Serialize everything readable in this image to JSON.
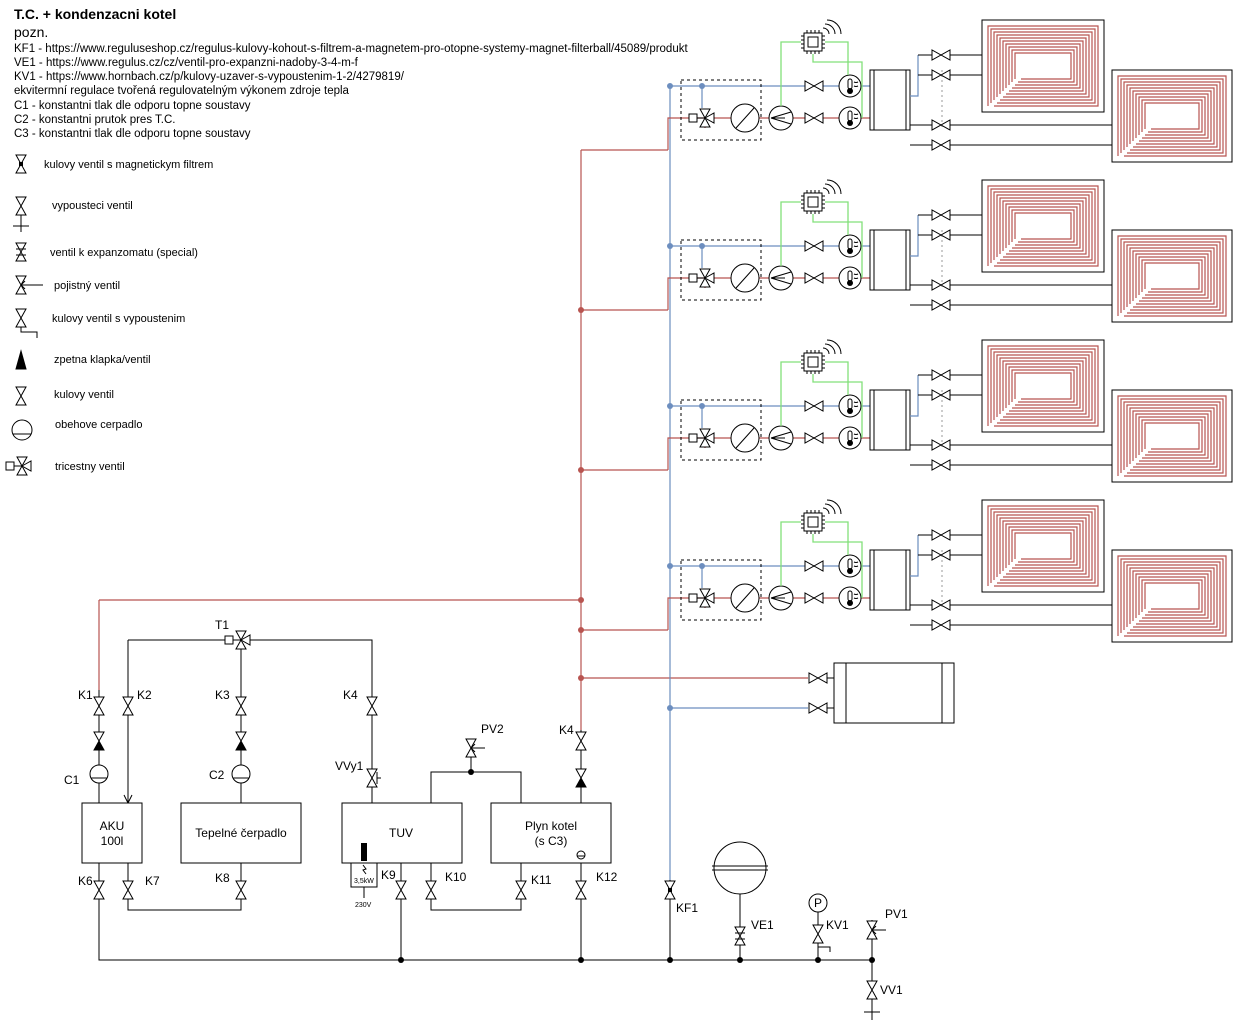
{
  "title": "T.C. + kondenzacni kotel",
  "subtitle": "pozn.",
  "notes": [
    "KF1 - https://www.reguluseshop.cz/regulus-kulovy-kohout-s-filtrem-a-magnetem-pro-otopne-systemy-magnet-filterball/45089/produkt",
    "VE1 -  https://www.regulus.cz/cz/ventil-pro-expanzni-nadoby-3-4-m-f",
    "KV1 - https://www.hornbach.cz/p/kulovy-uzaver-s-vypoustenim-1-2/4279819/",
    "ekvitermní regulace tvořená regulovatelným výkonem zdroje tepla",
    "C1 - konstantni tlak dle odporu topne soustavy",
    "C2 - konstantni prutok pres T.C.",
    "C3 - konstantni tlak dle odporu topne soustavy"
  ],
  "legend": [
    {
      "symbol": "valve-filter-icon",
      "label": "kulovy ventil s magnetickym filtrem"
    },
    {
      "symbol": "drain-valve-icon",
      "label": "vypousteci ventil"
    },
    {
      "symbol": "expansion-valve-icon",
      "label": "ventil k expanzomatu (special)"
    },
    {
      "symbol": "safety-valve-icon",
      "label": "pojistný ventil"
    },
    {
      "symbol": "ball-valve-drain-icon",
      "label": "kulovy ventil s vypoustenim"
    },
    {
      "symbol": "check-valve-icon",
      "label": "zpetna klapka/ventil"
    },
    {
      "symbol": "ball-valve-icon",
      "label": "kulovy ventil"
    },
    {
      "symbol": "pump-icon",
      "label": "obehove cerpadlo"
    },
    {
      "symbol": "three-way-valve-icon",
      "label": "tricestny ventil"
    }
  ],
  "components": {
    "aku": "AKU\n100l",
    "aku_l1": "AKU",
    "aku_l2": "100l",
    "tc": "Tepelné čerpadlo",
    "tuv": "TUV",
    "kotel_l1": "Plyn kotel",
    "kotel_l2": "(s C3)",
    "heater_power": "3,5kW",
    "heater_voltage": "230V"
  },
  "labels": {
    "T1": "T1",
    "K1": "K1",
    "K2": "K2",
    "K3": "K3",
    "K4a": "K4",
    "K4b": "K4",
    "C1": "C1",
    "C2": "C2",
    "VVy1": "VVy1",
    "PV2": "PV2",
    "K6": "K6",
    "K7": "K7",
    "K8": "K8",
    "K9": "K9",
    "K10": "K10",
    "K11": "K11",
    "K12": "K12",
    "KF1": "KF1",
    "VE1": "VE1",
    "P": "P",
    "KV1": "KV1",
    "PV1": "PV1",
    "VV1": "VV1"
  },
  "colors": {
    "supply": "#b85450",
    "return": "#6c8ebf",
    "signal": "#82e07a"
  },
  "circuit_count": 4
}
